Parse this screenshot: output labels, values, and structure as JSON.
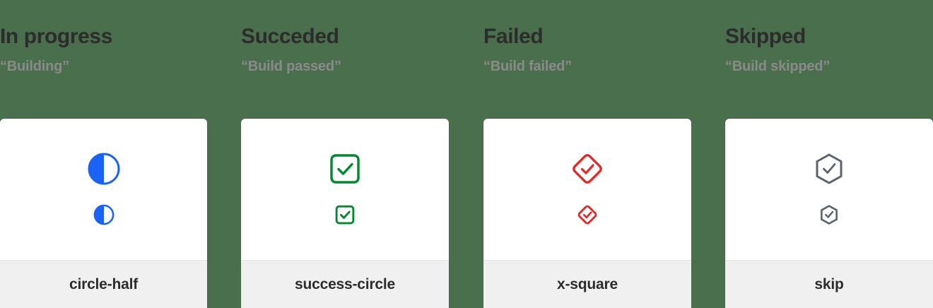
{
  "page": {
    "background_color": "#4a6f4c",
    "card_background": "#ffffff",
    "footer_background": "#f0f0f0",
    "heading_color": "#2c2c2c",
    "subheading_color": "#8a8a8a"
  },
  "columns": [
    {
      "heading": "In progress",
      "subheading": "“Building”",
      "icon_name": "circle-half-icon",
      "card_label": "circle-half",
      "icon_color": "#1b63f5"
    },
    {
      "heading": "Succeded",
      "subheading": "“Build passed”",
      "icon_name": "success-circle-icon",
      "card_label": "success-circle",
      "icon_color": "#00892d"
    },
    {
      "heading": "Failed",
      "subheading": "“Build failed”",
      "icon_name": "x-square-icon",
      "card_label": "x-square",
      "icon_color": "#e02b2b"
    },
    {
      "heading": "Skipped",
      "subheading": "“Build skipped”",
      "icon_name": "skip-icon",
      "card_label": "skip",
      "icon_color": "#5c6370"
    }
  ]
}
